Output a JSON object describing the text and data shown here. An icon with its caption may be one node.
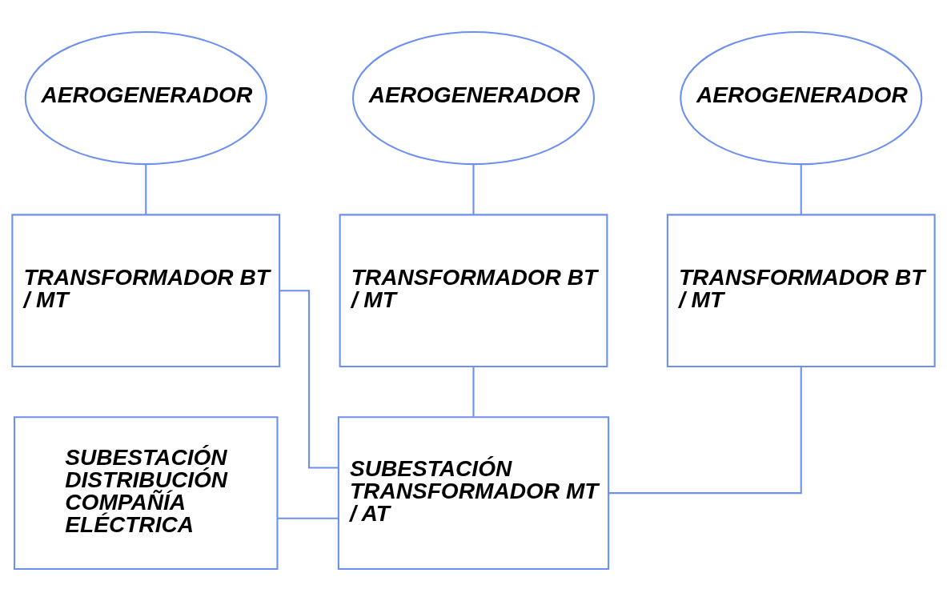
{
  "diagram": {
    "nodes": [
      {
        "text": [
          "AEROGENERADOR"
        ]
      },
      {
        "text": [
          "AEROGENERADOR"
        ]
      },
      {
        "text": [
          "AEROGENERADOR"
        ]
      },
      {
        "text": [
          "TRANSFORMADOR BT / MT"
        ]
      },
      {
        "text": [
          "TRANSFORMADOR BT / MT"
        ]
      },
      {
        "text": [
          "TRANSFORMADOR BT / MT"
        ]
      },
      {
        "text": [
          "SUBESTACIÓN DISTRIBUCIÓN COMPAÑÍA ELÉCTRICA"
        ]
      },
      {
        "text": [
          "SUBESTACIÓN TRANSFORMADOR MT / AT"
        ]
      }
    ],
    "edges": [
      {
        "from": 0,
        "to": 3,
        "arrow": "none"
      },
      {
        "from": 1,
        "to": 4,
        "arrow": "none"
      },
      {
        "from": 2,
        "to": 5,
        "arrow": "none"
      },
      {
        "from": 3,
        "to": 7,
        "arrow": "none"
      },
      {
        "from": 4,
        "to": 7,
        "arrow": "none"
      },
      {
        "from": 5,
        "to": 7,
        "arrow": "none"
      },
      {
        "from": 6,
        "to": 7,
        "arrow": "none"
      }
    ]
  }
}
